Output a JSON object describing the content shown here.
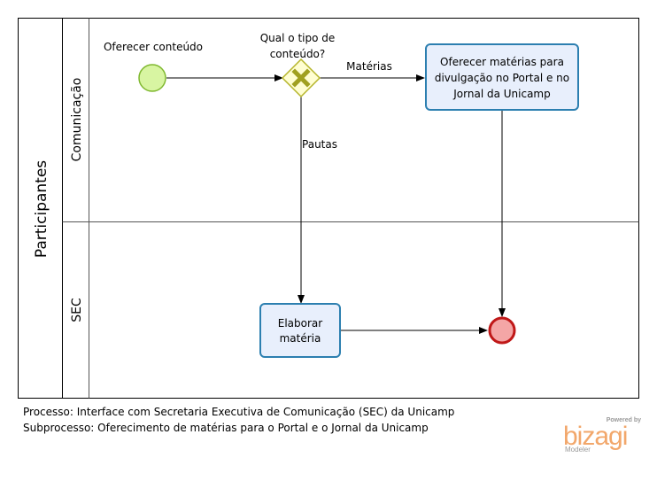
{
  "pool": {
    "label": "Participantes"
  },
  "lanes": [
    {
      "label": "Comunicação"
    },
    {
      "label": "SEC"
    }
  ],
  "start_event": {
    "label": "Oferecer conteúdo"
  },
  "gateway": {
    "label_line1": "Qual o tipo de",
    "label_line2": "conteúdo?"
  },
  "flows": {
    "materias": "Matérias",
    "pautas": "Pautas"
  },
  "task_oferecer": {
    "line1": "Oferecer matérias para",
    "line2": "divulgação no Portal e no",
    "line3": "Jornal da Unicamp"
  },
  "task_elaborar": {
    "line1": "Elaborar",
    "line2": "matéria"
  },
  "footer": {
    "processo": "Processo: Interface com Secretaria Executiva de Comunicação (SEC) da Unicamp",
    "subprocesso": "Subprocesso: Oferecimento de matérias para o Portal e o Jornal da Unicamp"
  },
  "logo": {
    "powered_by": "Powered by",
    "wordmark": "bizagi",
    "product": "Modeler"
  },
  "colors": {
    "start_fill": "#d8f5a2",
    "start_stroke": "#7fb82f",
    "gateway_fill": "#fffed2",
    "gateway_stroke": "#b5b52a",
    "task_fill": "#e8effc",
    "task_stroke": "#2c7fb0",
    "end_fill": "#f4a6a6",
    "end_stroke": "#c01818",
    "logo_orange": "#f2a76b"
  }
}
